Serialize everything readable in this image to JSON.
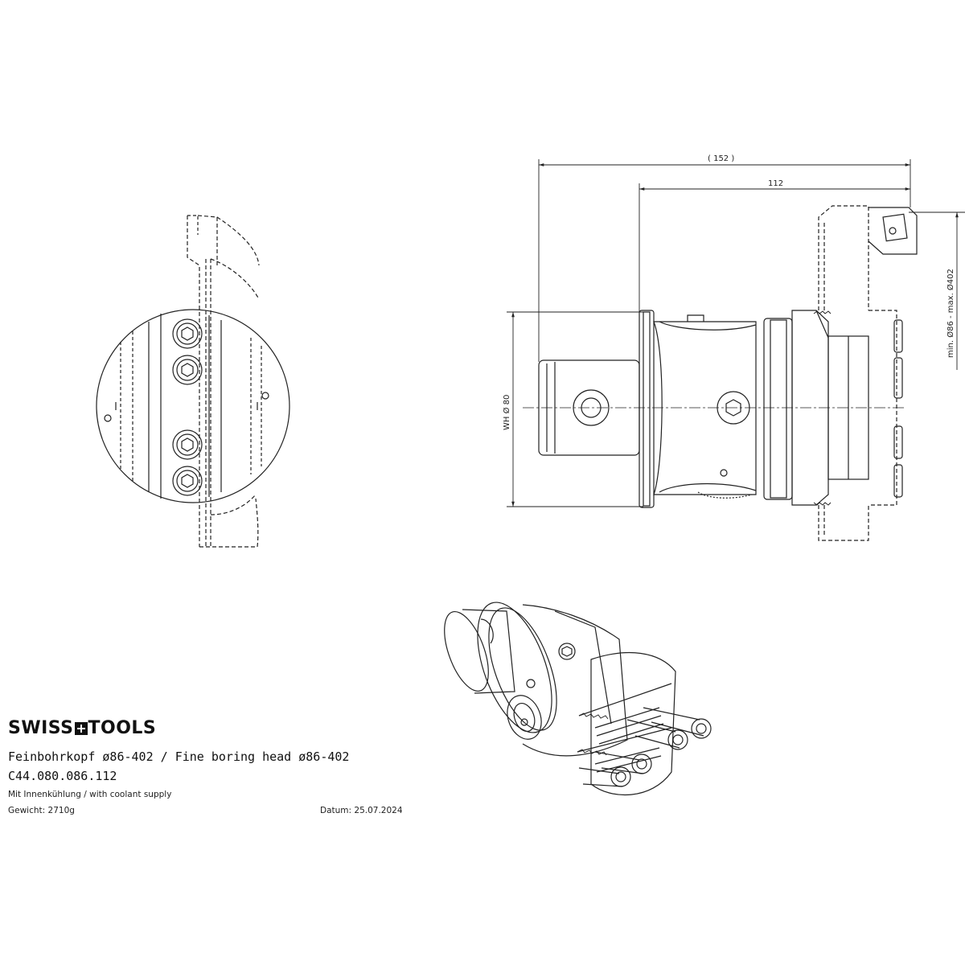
{
  "brand": {
    "part1": "SWISS",
    "part2": "TOOLS"
  },
  "title": "Feinbohrkopf ø86-402 / Fine boring head ø86-402",
  "article_number": "C44.080.086.112",
  "coolant_note": "Mit Innenkühlung / with coolant supply",
  "weight": "Gewicht: 2710g",
  "date": "Datum: 25.07.2024",
  "dimensions": {
    "overall_length": "( 152 )",
    "length": "112",
    "shank": "WH Ø 80",
    "diameter_range": "min. Ø86 - max. Ø402"
  }
}
